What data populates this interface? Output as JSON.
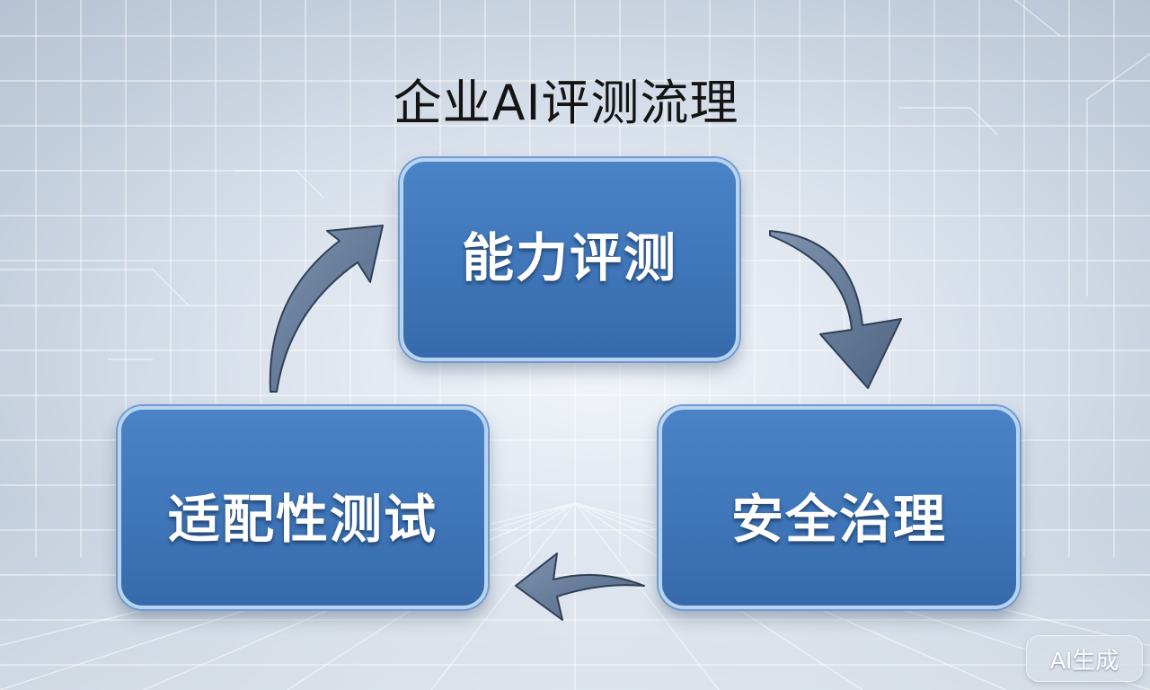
{
  "title": "企业AI评测流理",
  "nodes": {
    "top": {
      "label": "能力评测"
    },
    "right": {
      "label": "安全治理"
    },
    "left": {
      "label": "适配性测试"
    }
  },
  "edges": [
    {
      "from": "能力评测",
      "to": "安全治理"
    },
    {
      "from": "安全治理",
      "to": "适配性测试"
    },
    {
      "from": "适配性测试",
      "to": "能力评测"
    }
  ],
  "badge": {
    "label": "AI生成"
  },
  "colors": {
    "box_fill": "#3f76b9",
    "box_border": "#b9d4f1",
    "arrow_fill": "#5e7594",
    "background": "#dde4ee"
  }
}
